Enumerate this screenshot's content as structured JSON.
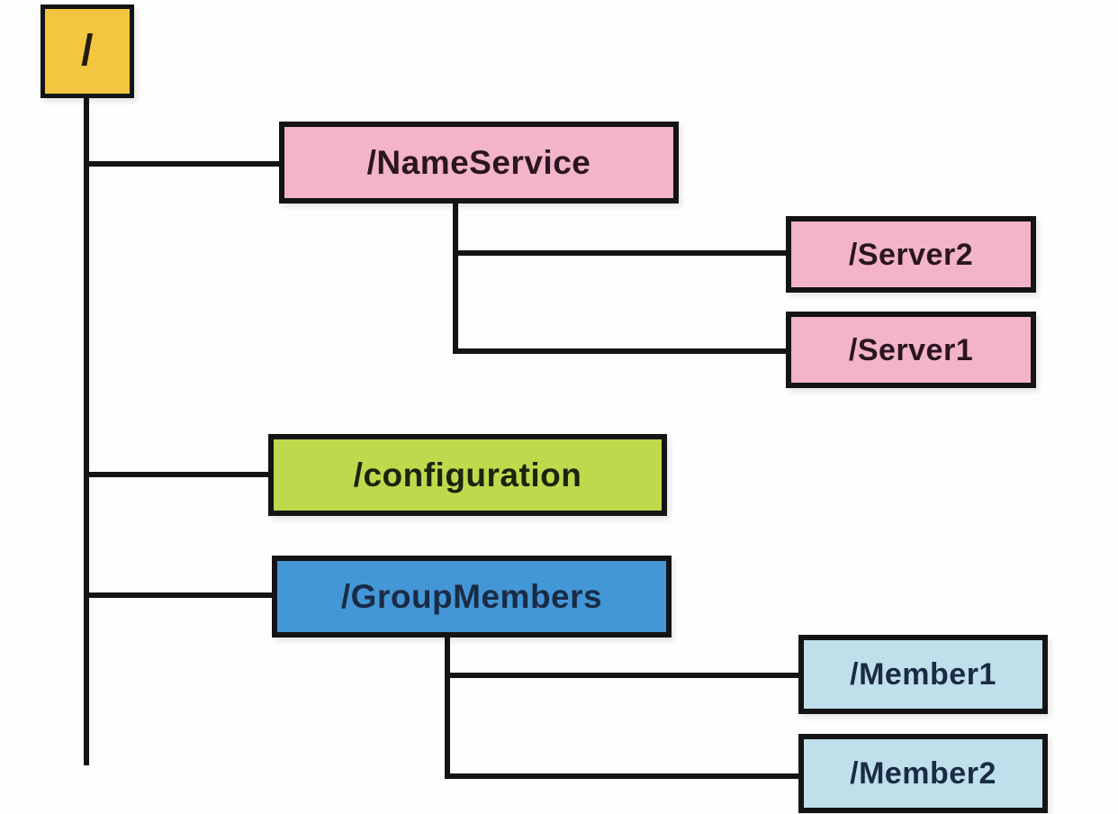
{
  "diagram": {
    "description": "znode tree hierarchy",
    "nodes": {
      "root": {
        "label": "/",
        "fill": "#F2C63F",
        "text_color": "#231C0E"
      },
      "nameservice": {
        "label": "/NameService",
        "fill": "#F3B3C9",
        "text_color": "#2A1520"
      },
      "server2": {
        "label": "/Server2",
        "fill": "#F3B3C9",
        "text_color": "#2A1520"
      },
      "server1": {
        "label": "/Server1",
        "fill": "#F3B3C9",
        "text_color": "#2A1520"
      },
      "configuration": {
        "label": "/configuration",
        "fill": "#BCDA4C",
        "text_color": "#1E220D"
      },
      "groupmembers": {
        "label": "/GroupMembers",
        "fill": "#4497D7",
        "text_color": "#1B2B45"
      },
      "member1": {
        "label": "/Member1",
        "fill": "#BFE0EA",
        "text_color": "#1B2B45"
      },
      "member2": {
        "label": "/Member2",
        "fill": "#BFE0EA",
        "text_color": "#1B2B45"
      }
    },
    "edges": [
      {
        "from": "/",
        "to": "/NameService"
      },
      {
        "from": "/",
        "to": "/configuration"
      },
      {
        "from": "/",
        "to": "/GroupMembers"
      },
      {
        "from": "/NameService",
        "to": "/Server2"
      },
      {
        "from": "/NameService",
        "to": "/Server1"
      },
      {
        "from": "/GroupMembers",
        "to": "/Member1"
      },
      {
        "from": "/GroupMembers",
        "to": "/Member2"
      }
    ],
    "colors": {
      "line": "#141414",
      "border": "#141414",
      "background": "#FEFEFE"
    }
  }
}
